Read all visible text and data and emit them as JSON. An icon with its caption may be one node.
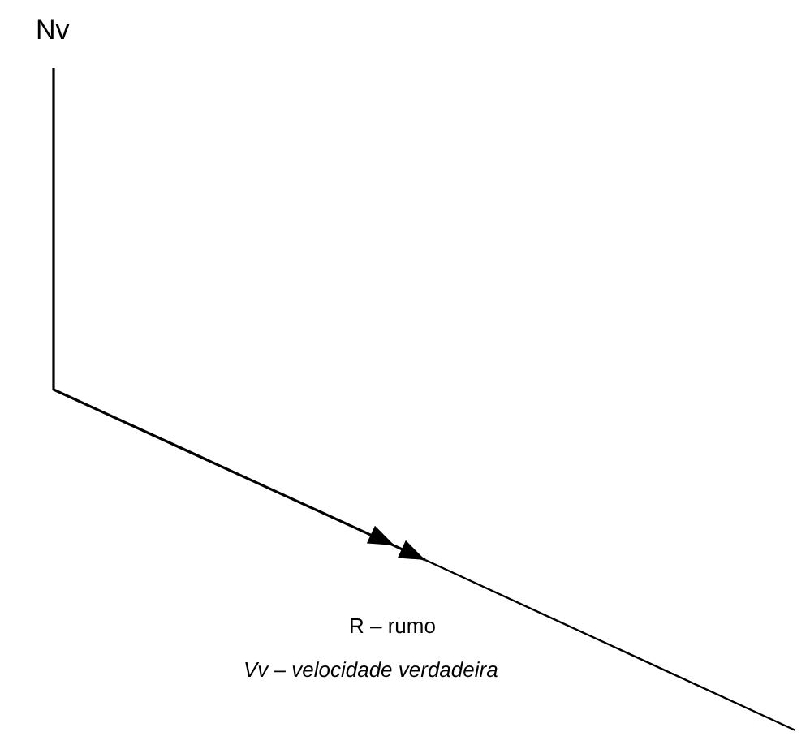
{
  "diagram": {
    "labels": [
      "Nv",
      "R – rumo",
      "Vv – velocidade verdadeira"
    ]
  }
}
